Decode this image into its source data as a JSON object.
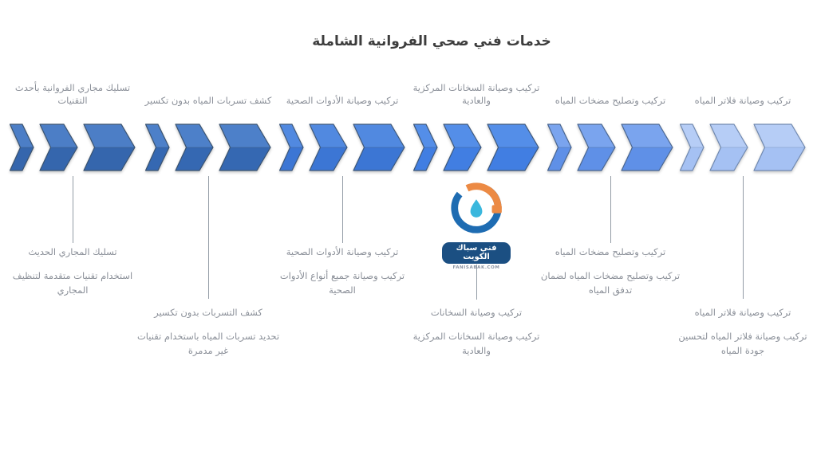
{
  "title": "خدمات فني صحي الفروانية الشاملة",
  "logo": {
    "name": "فني سباك الكويت",
    "website": "FANISABAK.COM",
    "ring_blue": "#1e6cb2",
    "ring_orange": "#ec8a44",
    "drop_color": "#3ab7dd",
    "banner_color": "#1b4f82"
  },
  "columns": [
    {
      "header": "تسليك مجاري الفروانية بأحدث التقنيات",
      "note_primary": "تسليك المجاري الحديث",
      "note_secondary": "استخدام تقنيات متقدمة لتنظيف المجاري",
      "colors": {
        "light": "#4c7ec6",
        "dark": "#3566ad",
        "stroke": "#3b536f"
      }
    },
    {
      "header": "كشف تسربات المياه بدون تكسير",
      "note_primary": "كشف التسربات بدون تكسير",
      "note_secondary": "تحديد تسربات المياه باستخدام تقنيات غير مدمرة",
      "colors": {
        "light": "#4d80c9",
        "dark": "#3568b2",
        "stroke": "#3b536f"
      }
    },
    {
      "header": "تركيب وصيانة الأدوات الصحية",
      "note_primary": "تركيب وصيانة الأدوات الصحية",
      "note_secondary": "تركيب وصيانة جميع أنواع الأدوات الصحية",
      "colors": {
        "light": "#5189e0",
        "dark": "#3c76d4",
        "stroke": "#3e587a"
      }
    },
    {
      "header": "تركيب وصيانة السخانات المركزية والعادية",
      "note_primary": "تركيب وصيانة السخانات",
      "note_secondary": "تركيب وصيانة السخانات المركزية والعادية",
      "colors": {
        "light": "#548ee8",
        "dark": "#417ee2",
        "stroke": "#3e587a"
      }
    },
    {
      "header": "تركيب وتصليح مضخات المياه",
      "note_primary": "تركيب وتصليح مضخات المياه",
      "note_secondary": "تركيب وتصليح مضخات المياه لضمان تدفق المياه",
      "colors": {
        "light": "#7aa4ee",
        "dark": "#5f90e7",
        "stroke": "#4a6690"
      }
    },
    {
      "header": "تركيب وصيانة فلاتر المياه",
      "note_primary": "تركيب وصيانة فلاتر المياه",
      "note_secondary": "تركيب وصيانة فلاتر المياه لتحسين جودة المياه",
      "colors": {
        "light": "#b6cdf6",
        "dark": "#a5c1f3",
        "stroke": "#7089b0"
      }
    }
  ]
}
